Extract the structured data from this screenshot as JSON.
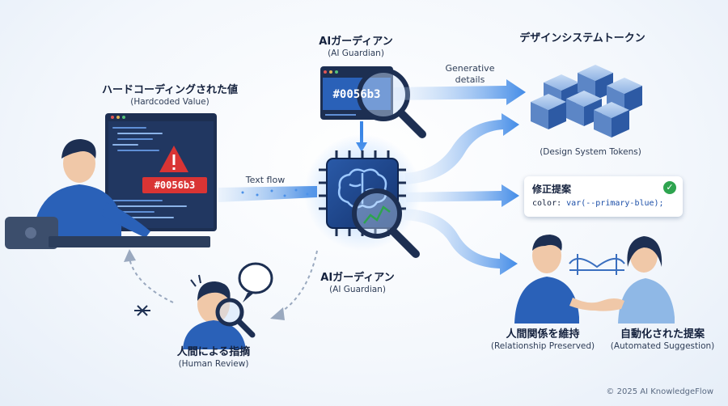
{
  "hardcoded": {
    "title_jp": "ハードコーディングされた値",
    "title_en": "(Hardcoded Value)",
    "code": "#0056b3"
  },
  "guardian_top": {
    "title_jp": "AIガーディアン",
    "title_en": "(AI Guardian)",
    "code": "#0056b3"
  },
  "guardian_mid": {
    "title_jp": "AIガーディアン",
    "title_en": "(AI Guardian)"
  },
  "tokens": {
    "title_jp": "デザインシステムトークン",
    "title_en": "(Design System Tokens)"
  },
  "generative": "Generative\ndetails",
  "text_flow": "Text flow",
  "suggestion": {
    "title": "修正提案",
    "code_prefix": "color: ",
    "code_value": "var(--primary-blue);"
  },
  "human_review": {
    "title_jp": "人間による指摘",
    "title_en": "(Human Review)"
  },
  "relationship": {
    "title_jp": "人間関係を維持",
    "title_en": "(Relationship Preserved)"
  },
  "automated": {
    "title_jp": "自動化された提案",
    "title_en": "(Automated Suggestion)"
  },
  "copyright": "© 2025 AI KnowledgeFlow",
  "colors": {
    "primary_blue": "#1f5fc8",
    "alert_red": "#d93434",
    "navy": "#1b2a44",
    "success_green": "#2ea44f"
  }
}
